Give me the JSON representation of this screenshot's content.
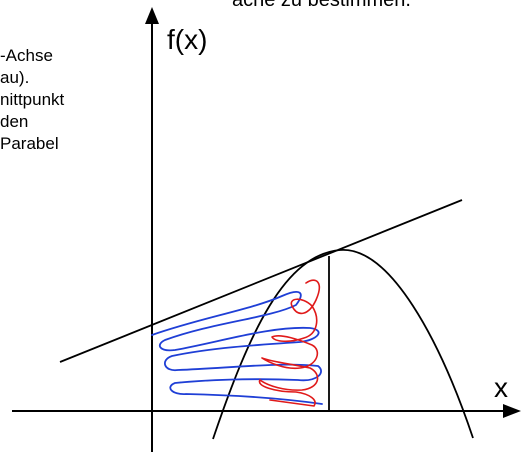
{
  "text": {
    "top_line": "äche zu bestimmen.",
    "side_lines": [
      "-Achse",
      "au).",
      "nittpunkt",
      "den",
      "Parabel"
    ],
    "y_axis_label": "f(x)",
    "x_axis_label": "x"
  },
  "colors": {
    "axes": "#000000",
    "curves": "#000000",
    "blue_scribble": "#1f3fd6",
    "red_scribble": "#e01a1a"
  }
}
